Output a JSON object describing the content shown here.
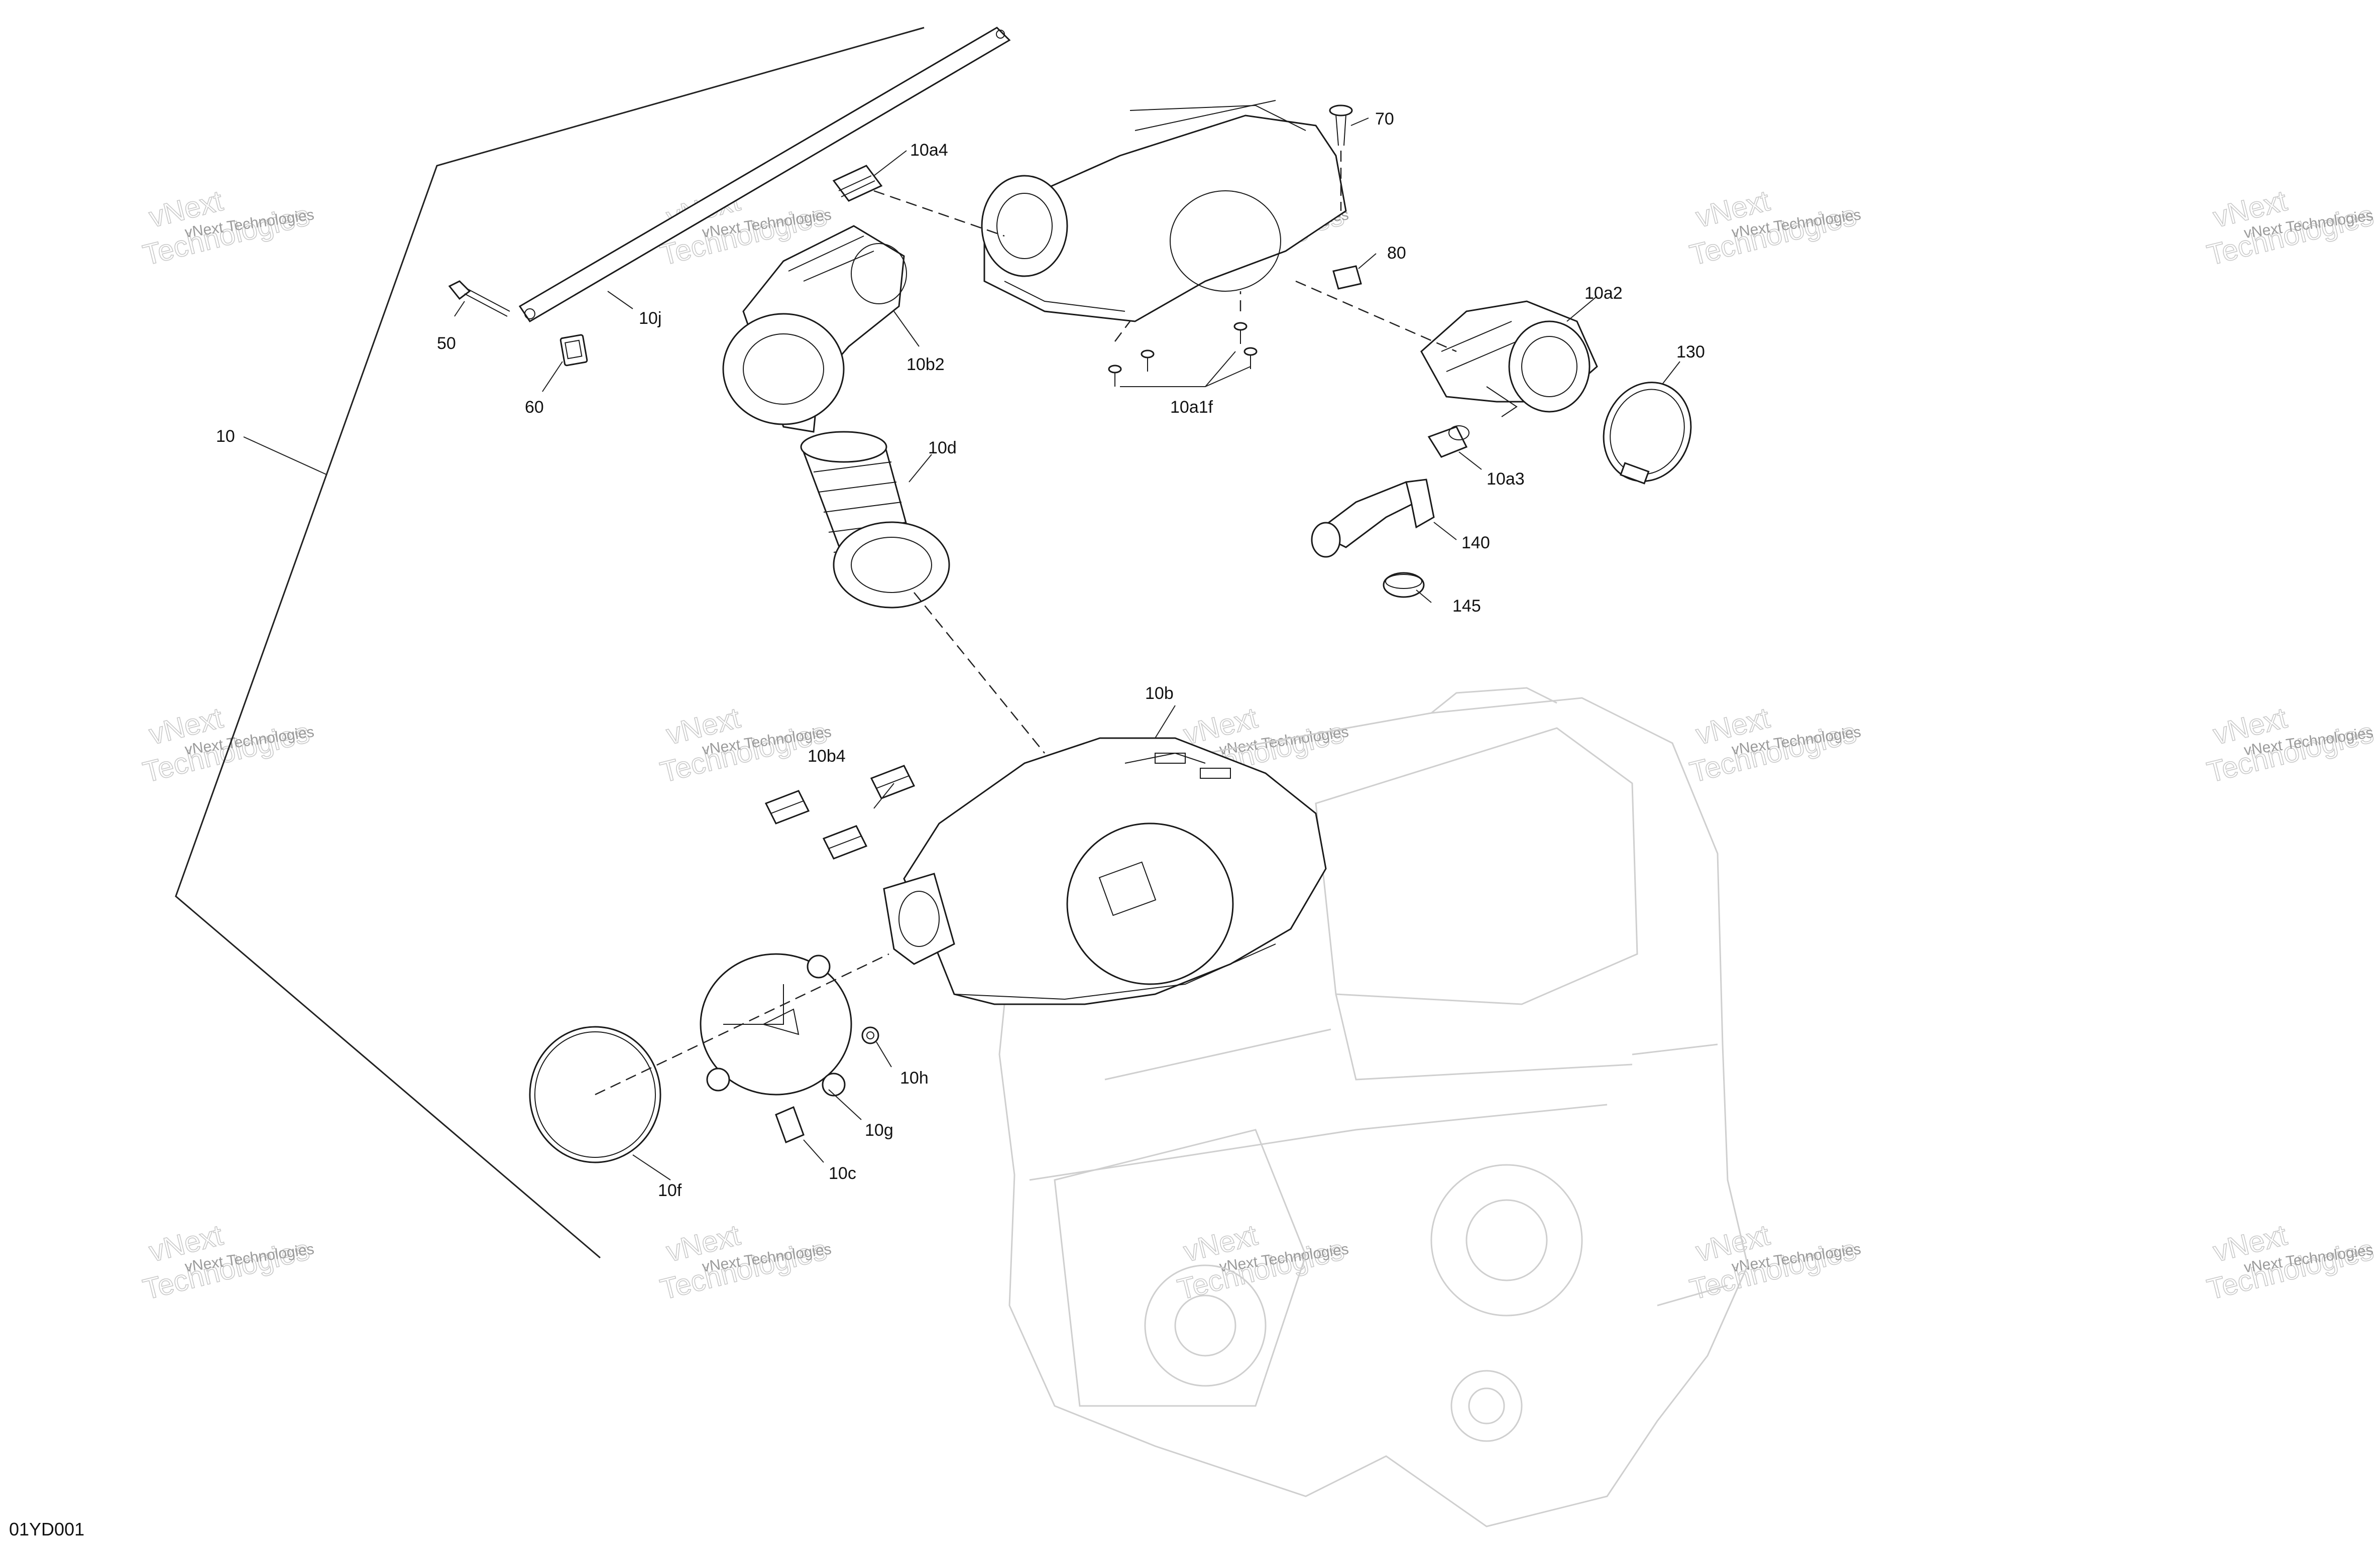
{
  "diagram": {
    "drawing_code": "01YD001",
    "callouts": {
      "c10": "10",
      "c10j": "10j",
      "c50": "50",
      "c60": "60",
      "c10a4": "10a4",
      "c10b2": "10b2",
      "c70": "70",
      "c80": "80",
      "c10a1f": "10a1f",
      "c10a2": "10a2",
      "c130": "130",
      "c10d": "10d",
      "c10a3": "10a3",
      "c140": "140",
      "c145": "145",
      "c10b": "10b",
      "c10b4": "10b4",
      "c10h": "10h",
      "c10g": "10g",
      "c10c": "10c",
      "c10f": "10f"
    },
    "watermark": {
      "company": "vNext Technologies",
      "stamp_line1": "vNext",
      "stamp_line2": "Technologies"
    },
    "parts": {
      "filter_mesh_icon": "cylindrical-filter",
      "engine_icon": "engine-ghost",
      "airbox_icon": "airbox-housing"
    }
  }
}
